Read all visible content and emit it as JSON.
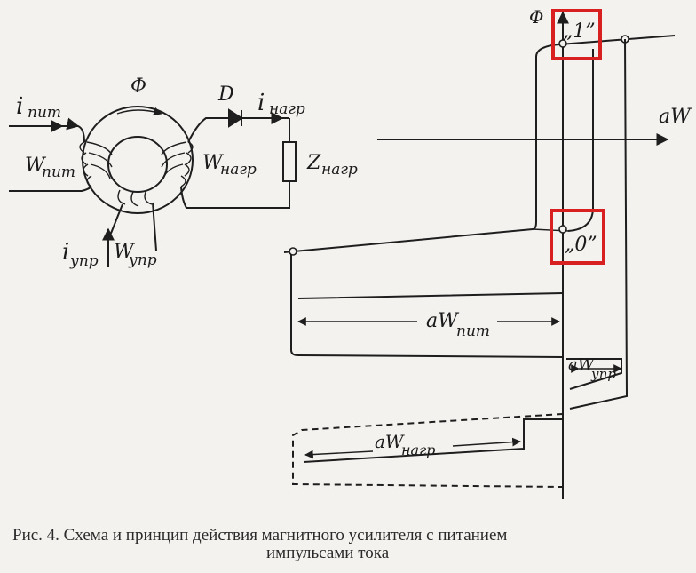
{
  "circuit": {
    "flux_label": "Φ",
    "diode_label": "D",
    "i_supply_main": "i",
    "i_supply_sub": "пит",
    "i_load_main": "i",
    "i_load_sub": "нагр",
    "w_supply_main": "W",
    "w_supply_sub": "пит",
    "w_load_main": "W",
    "w_load_sub": "нагр",
    "z_load_main": "Z",
    "z_load_sub": "нагр",
    "i_control_main": "i",
    "i_control_sub": "упр",
    "w_control_main": "W",
    "w_control_sub": "упр"
  },
  "graph": {
    "y_axis_label": "Φ",
    "x_axis_label": "aW",
    "point_1_label": "„1”",
    "point_0_label": "„0”",
    "aw_supply_main": "aW",
    "aw_supply_sub": "пит",
    "aw_control_main": "aW",
    "aw_control_sub": "упр",
    "aw_load_main": "aW",
    "aw_load_sub": "нагр",
    "highlight_color": "#d82020"
  },
  "caption": {
    "line1": "Рис. 4. Схема и принцип действия магнитного усилителя с питанием",
    "line2": "импульсами тока"
  }
}
